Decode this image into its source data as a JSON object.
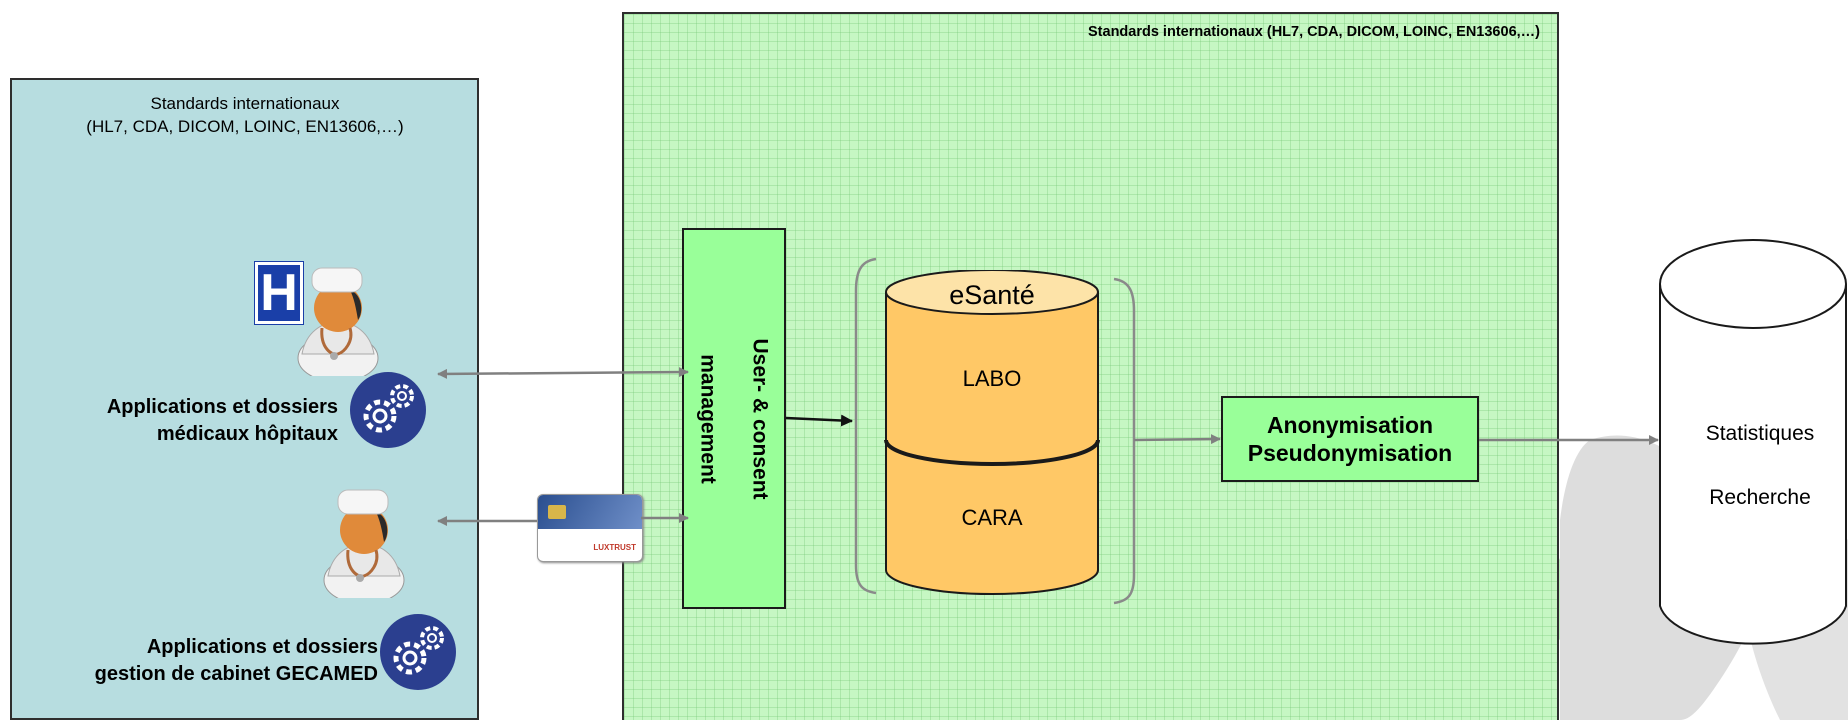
{
  "left_panel": {
    "standards_line1": "Standards internationaux",
    "standards_line2": "(HL7, CDA, DICOM, LOINC, EN13606,…)",
    "hospital_app_line1": "Applications et dossiers",
    "hospital_app_line2": "médicaux hôpitaux",
    "cabinet_app_line1": "Applications et  dossiers",
    "cabinet_app_line2": "gestion de cabinet GECAMED",
    "hospital_sign": "H"
  },
  "center_panel": {
    "standards": "Standards internationaux (HL7, CDA, DICOM, LOINC, EN13606,…)",
    "consent_line1": "User- & consent",
    "consent_line2": "management",
    "database": {
      "title": "eSanté",
      "segment1": "LABO",
      "segment2": "CARA"
    },
    "anon_line1": "Anonymisation",
    "anon_line2": "Pseudonymisation",
    "card_brand": "LUXTRUST"
  },
  "right_db": {
    "line1": "Statistiques",
    "line2": "Recherche"
  },
  "colors": {
    "left_panel_bg": "#b7dde0",
    "green_panel_bg": "#c6f7c3",
    "box_green": "#99ff99",
    "db_orange": "#ffc866",
    "gear_blue": "#2b3f8f"
  },
  "icons": [
    "doctor-icon",
    "gear-icon",
    "hospital-sign-icon",
    "smart-card-icon"
  ]
}
